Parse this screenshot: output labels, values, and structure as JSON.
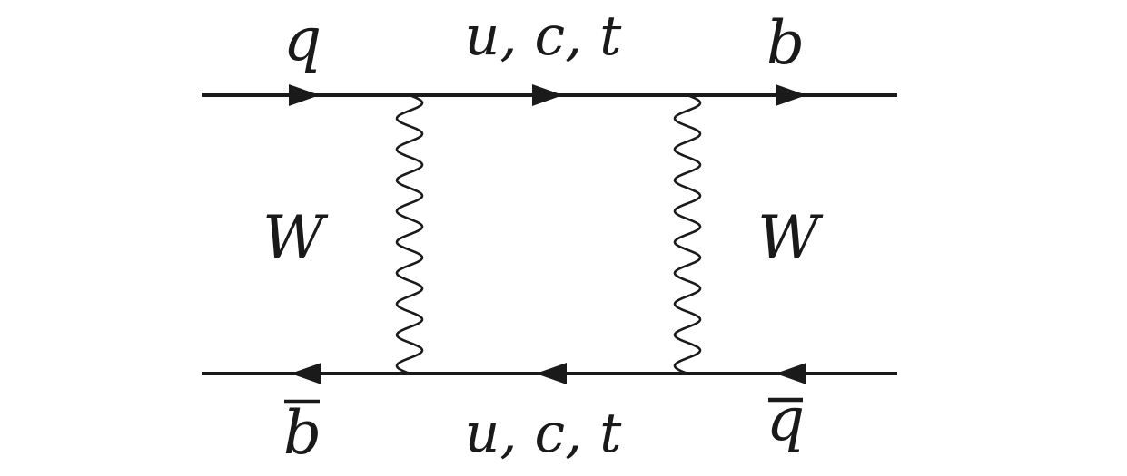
{
  "diagram": {
    "labels": {
      "top_left": "q",
      "top_middle": "u, c, t",
      "top_right": "b",
      "left_boson": "W",
      "right_boson": "W",
      "bottom_left": "b",
      "bottom_middle": "u, c, t",
      "bottom_right": "q"
    }
  }
}
